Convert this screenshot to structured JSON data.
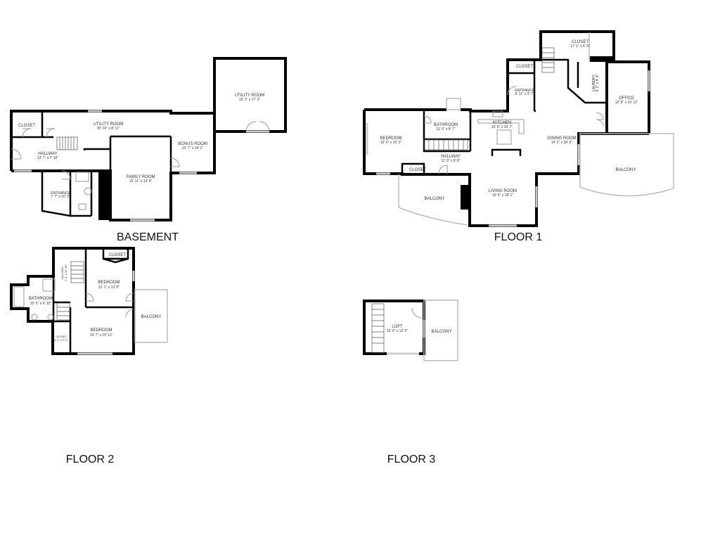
{
  "floors": {
    "basement": {
      "title": "BASEMENT",
      "rooms": [
        {
          "name": "CLOSET",
          "dim": ""
        },
        {
          "name": "UTILITY ROOM",
          "dim": "30' 10\" x 8' 11\""
        },
        {
          "name": "HALLWAY",
          "dim": "23' 7\" x 7' 10\""
        },
        {
          "name": "BONUS ROOM",
          "dim": "10' 7\" x 14' 1\""
        },
        {
          "name": "UTILITY ROOM",
          "dim": "16' 2\" x 17' 3\""
        },
        {
          "name": "FAMILY ROOM",
          "dim": "16' 11\" x 19' 9\""
        },
        {
          "name": "ENTRANCE",
          "dim": "7' 7\" x 10' 3\""
        }
      ]
    },
    "floor1": {
      "title": "FLOOR 1",
      "rooms": [
        {
          "name": "BEDROOM",
          "dim": "16' 0\" x 15' 2\""
        },
        {
          "name": "BATHROOM",
          "dim": "11' 0\" x 8' 7\""
        },
        {
          "name": "KITCHEN",
          "dim": "15' 6\" x 10' 7\""
        },
        {
          "name": "HALLWAY",
          "dim": "11' 0\" x 8' 8\""
        },
        {
          "name": "CLOSET",
          "dim": ""
        },
        {
          "name": "LIVING ROOM",
          "dim": "15' 6\" x 18' 1\""
        },
        {
          "name": "BALCONY",
          "dim": ""
        },
        {
          "name": "DINING ROOM",
          "dim": "14' 3\" x 30' 5\""
        },
        {
          "name": "BALCONY",
          "dim": ""
        },
        {
          "name": "OFFICE",
          "dim": "12' 8\" x 16' 11\""
        },
        {
          "name": "LAUNDRY",
          "dim": "9' 2\" x 9' 4\""
        },
        {
          "name": "CLOSET",
          "dim": "17' 1\" x 6' 9\""
        },
        {
          "name": "CLOSET",
          "dim": ""
        },
        {
          "name": "ENTRANCE",
          "dim": "9' 11\" x 9' 7\""
        }
      ]
    },
    "floor2": {
      "title": "FLOOR 2",
      "rooms": [
        {
          "name": "BEDROOM",
          "dim": "11' 1\" x 13' 8\""
        },
        {
          "name": "BATHROOM",
          "dim": "10' 5\" x 9' 10\""
        },
        {
          "name": "BEDROOM",
          "dim": "14' 7\" x 10' 11\""
        },
        {
          "name": "BALCONY",
          "dim": ""
        },
        {
          "name": "CLOSET",
          "dim": ""
        },
        {
          "name": "CLOSET",
          "dim": "4' 4\" x 7' 9\""
        },
        {
          "name": "HALLWAY",
          "dim": "7' 4\" x 16' 10\""
        }
      ]
    },
    "floor3": {
      "title": "FLOOR 3",
      "rooms": [
        {
          "name": "LOFT",
          "dim": "13' 9\" x 12' 0\""
        },
        {
          "name": "BALCONY",
          "dim": ""
        }
      ]
    }
  }
}
